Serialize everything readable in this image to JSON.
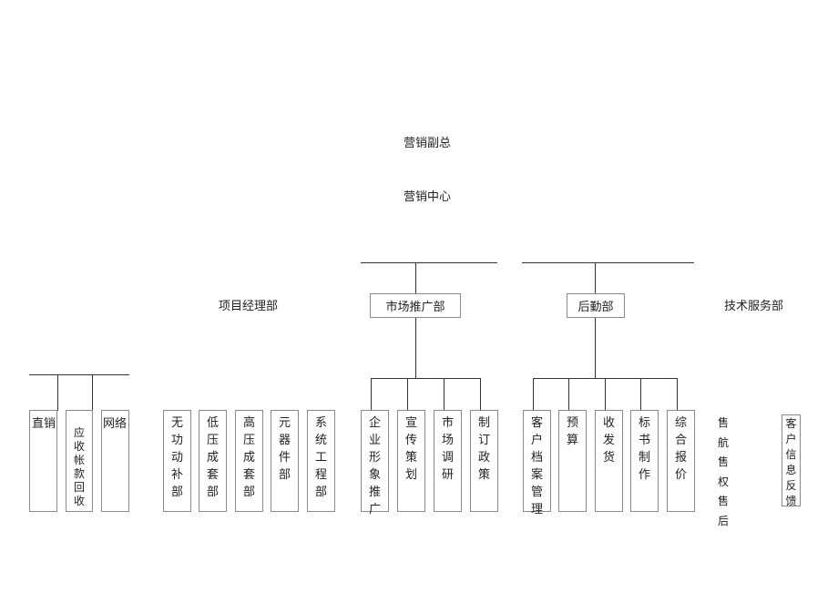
{
  "top": {
    "vp": "营销副总",
    "center": "营销中心"
  },
  "branches": {
    "project": "项目经理部",
    "market": "市场推广部",
    "logistics": "后勤部",
    "tech": "技术服务部"
  },
  "left": {
    "direct": "直销",
    "receivable": "应收帐款回收",
    "network": "网络"
  },
  "project_units": [
    "无功动补部",
    "低压成套部",
    "高压成套部",
    "元器件部",
    "系统工程部"
  ],
  "market_units": [
    "企业形象推广",
    "宣传策划",
    "市场调研",
    "制订政策"
  ],
  "logistics_units": [
    "客户档案管理",
    "预算",
    "收发货",
    "标书制作",
    "综合报价"
  ],
  "tech_units": {
    "after_sales": "售航售权售后",
    "feedback": "客户信息反馈"
  }
}
